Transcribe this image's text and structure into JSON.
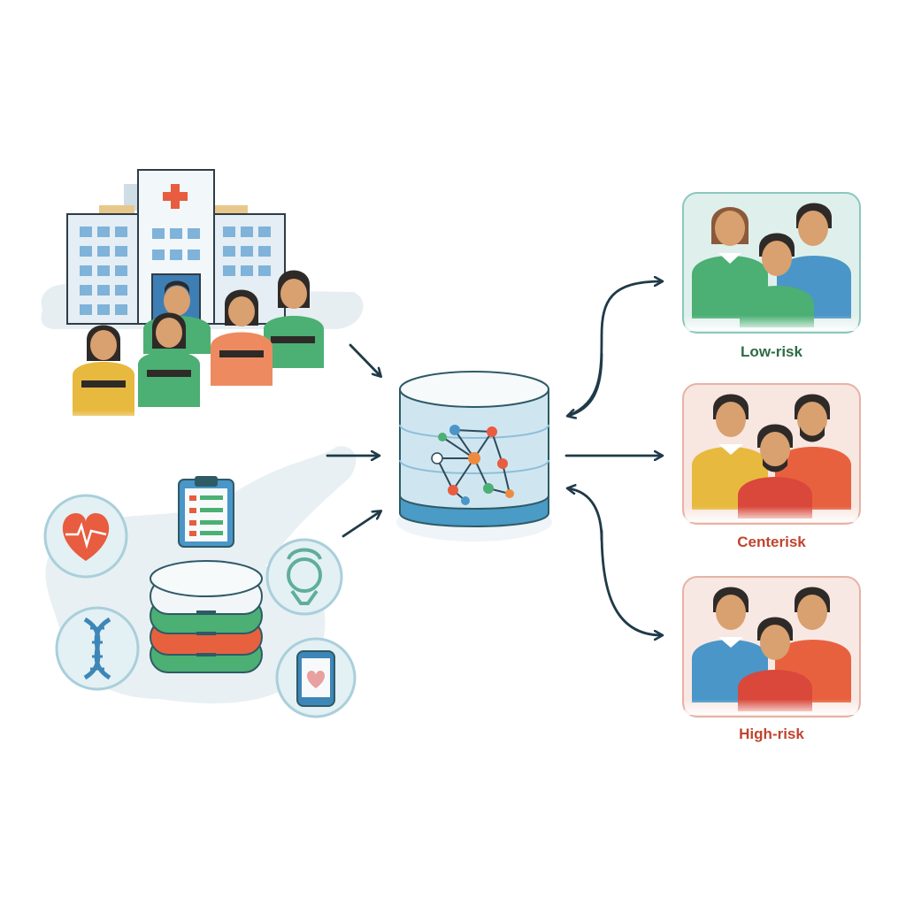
{
  "groups": [
    {
      "id": "low",
      "label": "Low-risk",
      "color": "#2f6b45",
      "border": "#8cc7bd",
      "bg": "#dff0ec"
    },
    {
      "id": "center",
      "label": "Centerisk",
      "color": "#c0442e",
      "border": "#e6b3a5",
      "bg": "#f8e6e0"
    },
    {
      "id": "high",
      "label": "High-risk",
      "color": "#c0442e",
      "border": "#e6b3a5",
      "bg": "#f8e8e3"
    }
  ],
  "colors": {
    "arrow": "#1f3a48",
    "hospital_cross": "#e85c3f",
    "database_blue": "#4a9bc6",
    "database_glass": "#cfe6f1",
    "shirt_green": "#4caf74",
    "shirt_blue": "#4a96c8",
    "shirt_orange": "#e8613f",
    "shirt_yellow": "#e8b93f",
    "shirt_salmon": "#ee8a5f",
    "skin": "#d9a070",
    "hair": "#2e2a28"
  },
  "icons": [
    "hospital-icon",
    "heart-rate-icon",
    "dna-icon",
    "clipboard-icon",
    "stethoscope-icon",
    "mobile-health-icon",
    "database-icon",
    "network-icon"
  ]
}
